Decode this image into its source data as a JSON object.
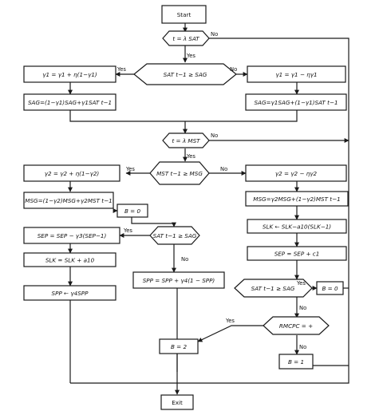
{
  "terminals": {
    "start": "Start",
    "exit": "Exit"
  },
  "decisions": {
    "t_lambda_sat": "t = λ SAT",
    "sat_ge_sag_1": "SAT t−1 ≥ SAG",
    "t_lambda_mst": "t = λ MST",
    "mst_ge_msg": "MST t−1 ≥ MSG",
    "sat_ge_sag_2": "SAT t−1 ≥ SAG",
    "sat_ge_sag_3": "SAT t−1 ≥ SAG",
    "rmcpc": "RMCPC = +"
  },
  "processes": {
    "gamma1_up": "γ1 = γ1 + η(1−γ1)",
    "gamma1_down": "γ1 = γ1 − ηγ1",
    "sag_update_left": "SAG=(1−γ1)SAG+γ1SAT t−1",
    "sag_update_right": "SAG=γ1SAG+(1−γ1)SAT t−1",
    "gamma2_up": "γ2 = γ2 + η(1−γ2)",
    "gamma2_down": "γ2 = γ2 − ηγ2",
    "msg_update_left": "MSG=(1−γ2)MSG+γ2MST t−1",
    "msg_update_right": "MSG=γ2MSG+(1−γ2)MST t−1",
    "b_zero_mid": "B = 0",
    "slk_update_right": "SLK ← SLK−a10(SLK−1)",
    "sep_update_left": "SEP = SEP − γ3(SEP−1)",
    "sep_plus": "SEP = SEP + c1",
    "slk_plus": "SLK = SLK + a10",
    "spp_scale": "SPP ← γ4SPP",
    "spp_update": "SPP = SPP + γ4(1 − SPP)",
    "b_zero_right": "B = 0",
    "b_two": "B = 2",
    "b_one": "B = 1"
  },
  "edge_labels": {
    "no": "No",
    "yes": "Yes"
  }
}
